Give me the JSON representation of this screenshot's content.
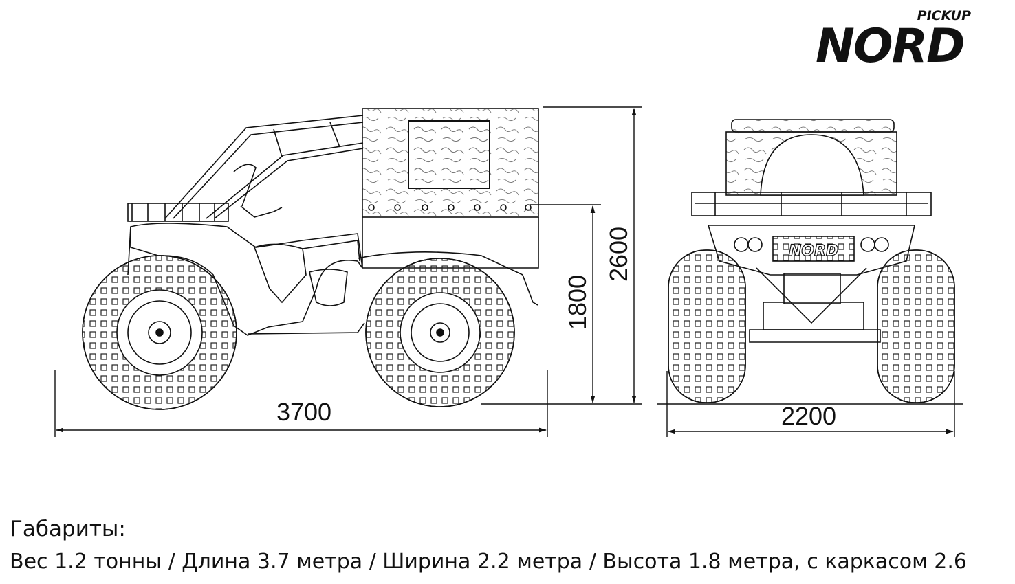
{
  "logo": {
    "subtitle": "PICKUP",
    "brand": "NORD"
  },
  "dimensions": {
    "length": "3700",
    "width": "2200",
    "height_body": "1800",
    "height_frame": "2600"
  },
  "front_badge": "NORD",
  "caption": {
    "title": "Габариты:",
    "specs": "Вес 1.2 тонны / Длина 3.7 метра / Ширина 2.2 метра / Высота 1.8 метра, с каркасом 2.6"
  }
}
